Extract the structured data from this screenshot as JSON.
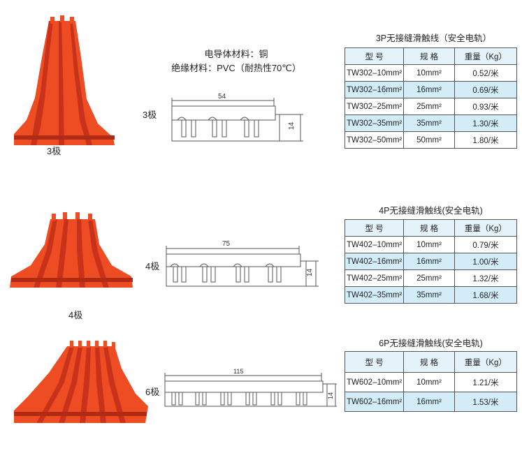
{
  "materials": {
    "line1": "电导体材料：铜",
    "line2": "绝缘材料：PVC（耐热性70℃）"
  },
  "colors": {
    "rail": "#ee4c22",
    "rail_dark": "#c8321a",
    "table_head": "#e4f2fa",
    "table_shade": "#d3edf8"
  },
  "sections": [
    {
      "photo_caption": "3极",
      "drawing_label": "3极",
      "width_dim": "54",
      "height_dim": "14",
      "table_title": "3P无接缝滑触线（安全电轨）",
      "headers": [
        "型 号",
        "规 格",
        "重量（Kg）"
      ],
      "rows": [
        [
          "TW302–10mm²",
          "10mm²",
          "0.52/米"
        ],
        [
          "TW302–16mm²",
          "16mm²",
          "0.69/米"
        ],
        [
          "TW302–25mm²",
          "25mm²",
          "0.93/米"
        ],
        [
          "TW302–35mm²",
          "35mm²",
          "1.30/米"
        ],
        [
          "TW302–50mm²",
          "50mm²",
          "1.80/米"
        ]
      ]
    },
    {
      "photo_caption": "4极",
      "drawing_label": "4极",
      "width_dim": "75",
      "height_dim": "14",
      "table_title": "4P无接缝滑触线(安全电轨)",
      "headers": [
        "型 号",
        "规 格",
        "重量（Kg）"
      ],
      "rows": [
        [
          "TW402–10mm²",
          "10mm²",
          "0.79/米"
        ],
        [
          "TW402–16mm²",
          "16mm²",
          "1.00/米"
        ],
        [
          "TW402–25mm²",
          "25mm²",
          "1.32/米"
        ],
        [
          "TW402–35mm²",
          "35mm²",
          "1.68/米"
        ]
      ]
    },
    {
      "photo_caption": "",
      "drawing_label": "6极",
      "width_dim": "115",
      "height_dim": "14",
      "table_title": "6P无接缝滑触线(安全电轨)",
      "headers": [
        "型 号",
        "规 格",
        "重量（Kg）"
      ],
      "rows": [
        [
          "TW602–10mm²",
          "10mm²",
          "1.21/米"
        ],
        [
          "TW602–16mm²",
          "16mm²",
          "1.53/米"
        ]
      ]
    }
  ]
}
